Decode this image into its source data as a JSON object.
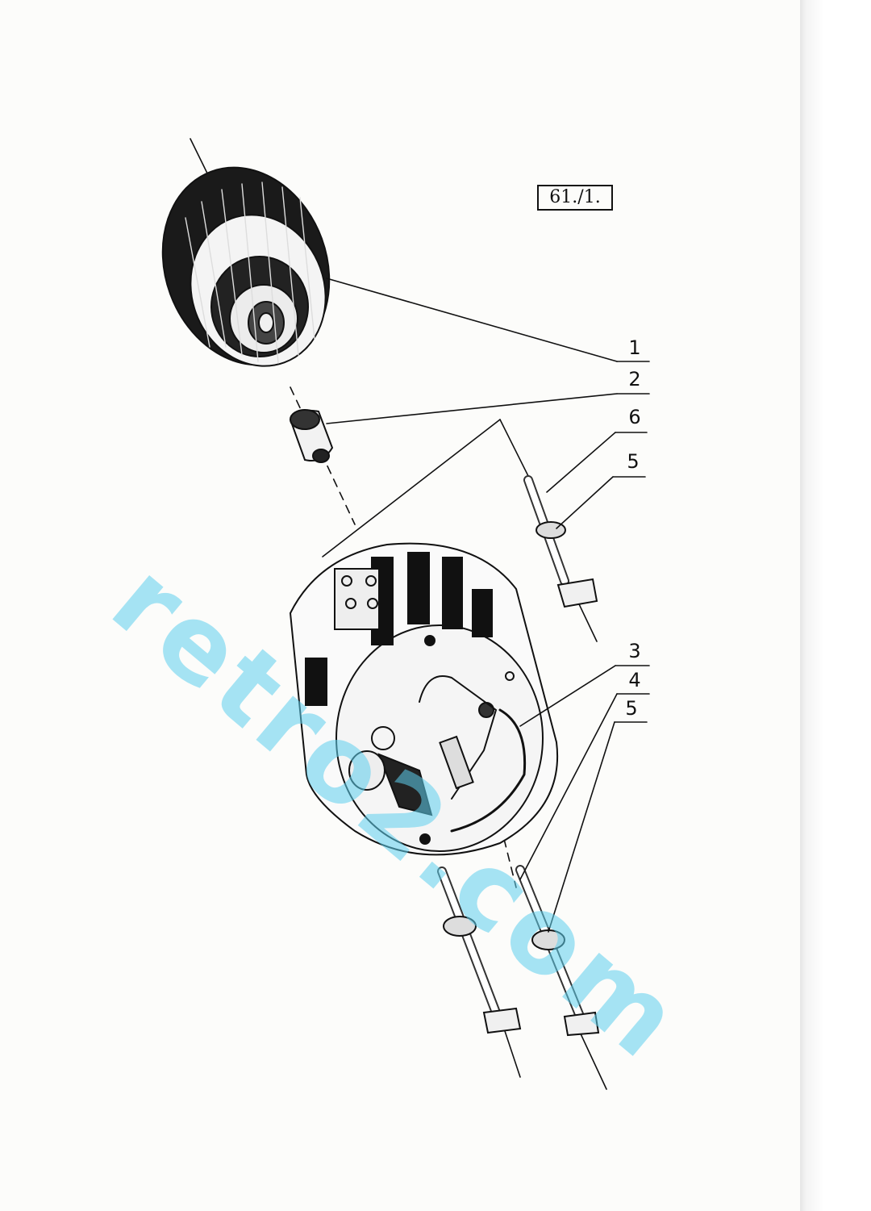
{
  "figure": {
    "reference": "61./1.",
    "callouts": {
      "c1": "1",
      "c2": "2",
      "c3": "3",
      "c4": "4",
      "c5_upper": "5",
      "c5_lower": "5",
      "c6": "6"
    }
  },
  "watermark": {
    "text": "retro2.com"
  },
  "colors": {
    "ink": "#111111",
    "paper": "#fcfcfa",
    "watermark": "#5fd0ee"
  }
}
